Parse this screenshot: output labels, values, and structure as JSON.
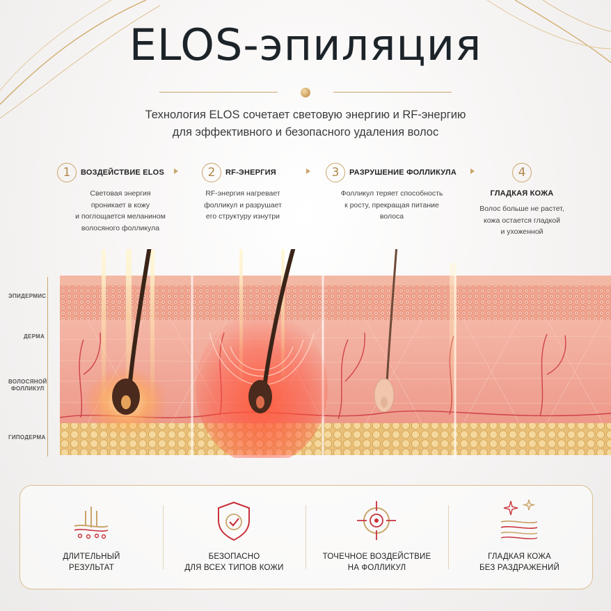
{
  "title": "ELOS-эпиляция",
  "subtitle": {
    "line1": "Технология ELOS сочетает световую энергию и RF-энергию",
    "line2": "для эффективного и безопасного удаления волос"
  },
  "steps": [
    {
      "num": "1",
      "title": "ВОЗДЕЙСТВИЕ ELOS",
      "lines": [
        "Световая энергия",
        "проникает в кожу",
        "и поглощается меланином",
        "волосяного фолликула"
      ]
    },
    {
      "num": "2",
      "title": "RF-ЭНЕРГИЯ",
      "lines": [
        "RF-энергия нагревает",
        "фолликул и разрушает",
        "его структуру изнутри"
      ]
    },
    {
      "num": "3",
      "title": "РАЗРУШЕНИЕ ФОЛЛИКУЛА",
      "lines": [
        "Фолликул теряет способность",
        "к росту, прекращая питание",
        "волоса"
      ]
    },
    {
      "num": "4",
      "title": "ГЛАДКАЯ КОЖА",
      "lines": [
        "Волос больше не растет,",
        "кожа остается гладкой",
        "и ухоженной"
      ]
    }
  ],
  "layers": {
    "epidermis": "ЭПИДЕРМИС",
    "dermis": "ДЕРМА",
    "follicle_line1": "ВОЛОСЯНОЙ",
    "follicle_line2": "ФОЛЛИКУЛ",
    "hypodermis": "ГИПОДЕРМА"
  },
  "features": [
    {
      "icon": "hair-follicle-icon",
      "line1": "ДЛИТЕЛЬНЫЙ",
      "line2": "РЕЗУЛЬТАТ"
    },
    {
      "icon": "shield-check-icon",
      "line1": "БЕЗОПАСНО",
      "line2": "ДЛЯ ВСЕХ ТИПОВ КОЖИ"
    },
    {
      "icon": "target-icon",
      "line1": "ТОЧЕЧНОЕ ВОЗДЕЙСТВИЕ",
      "line2": "НА ФОЛЛИКУЛ"
    },
    {
      "icon": "smooth-skin-icon",
      "line1": "ГЛАДКАЯ КОЖА",
      "line2": "БЕЗ РАЗДРАЖЕНИЙ"
    }
  ],
  "colors": {
    "gold": "#c9a56a",
    "red_accent": "#c8303a",
    "skin": "#f1a89a",
    "title": "#1d2429"
  }
}
